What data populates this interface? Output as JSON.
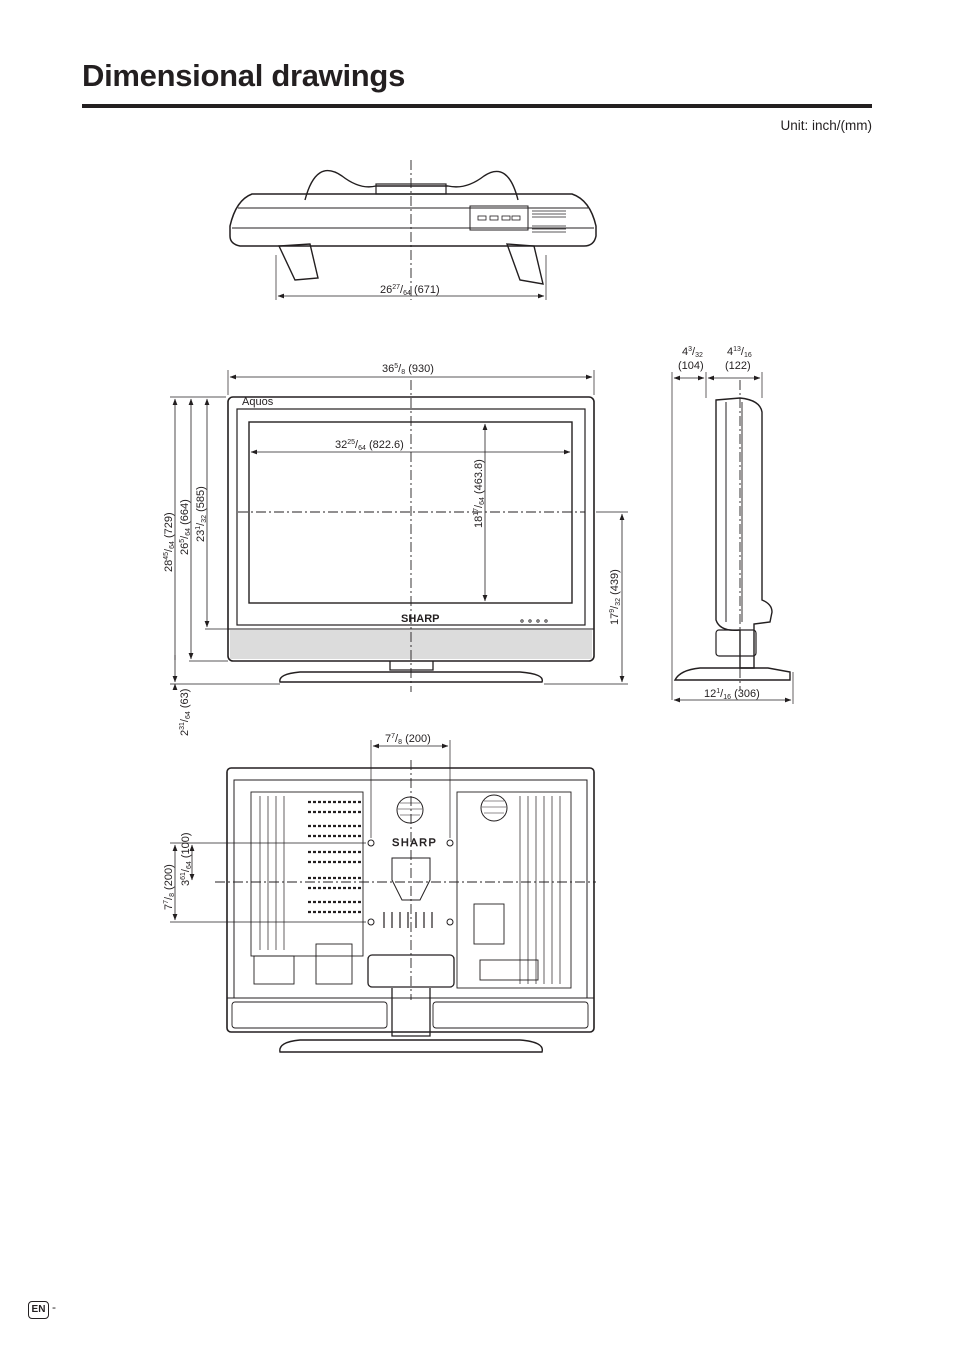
{
  "page": {
    "title": "Dimensional drawings",
    "unit_label": "Unit: inch/(mm)",
    "language_badge": "EN",
    "footer_dash": "-"
  },
  "top_view": {
    "stand_width": {
      "whole": "26",
      "num": "27",
      "den": "64",
      "mm": "(671)"
    }
  },
  "front_view": {
    "overall_width": {
      "whole": "36",
      "num": "5",
      "den": "8",
      "mm": "(930)"
    },
    "screen_width": {
      "whole": "32",
      "num": "25",
      "den": "64",
      "mm": "(822.6)"
    },
    "screen_height": {
      "whole": "18",
      "num": "17",
      "den": "64",
      "mm": "(463.8)"
    },
    "overall_height": {
      "whole": "28",
      "num": "45",
      "den": "64",
      "mm": "(729)"
    },
    "height_to_speaker": {
      "whole": "26",
      "num": "5",
      "den": "64",
      "mm": "(664)"
    },
    "height_to_bezel": {
      "whole": "23",
      "num": "1",
      "den": "32",
      "mm": "(585)"
    },
    "stand_to_bottom": {
      "whole": "2",
      "num": "31",
      "den": "64",
      "mm": "(63)"
    },
    "right_height": {
      "whole": "17",
      "num": "9",
      "den": "32",
      "mm": "(439)"
    },
    "bezel_logo": "Aquos",
    "brand_logo": "SHARP"
  },
  "side_view": {
    "depth_panel": {
      "whole": "4",
      "num": "3",
      "den": "32",
      "mm": "(104)"
    },
    "depth_stand_top": {
      "whole": "4",
      "num": "13",
      "den": "16",
      "mm": "(122)"
    },
    "stand_depth": {
      "whole": "12",
      "num": "1",
      "den": "16",
      "mm": "(306)"
    }
  },
  "back_view": {
    "vesa_horizontal": {
      "whole": "7",
      "num": "7",
      "den": "8",
      "mm": "(200)"
    },
    "vesa_vertical": {
      "whole": "7",
      "num": "7",
      "den": "8",
      "mm": "(200)"
    },
    "mount_offset": {
      "whole": "3",
      "num": "61",
      "den": "64",
      "mm": "(100)"
    },
    "brand_logo": "SHARP"
  }
}
